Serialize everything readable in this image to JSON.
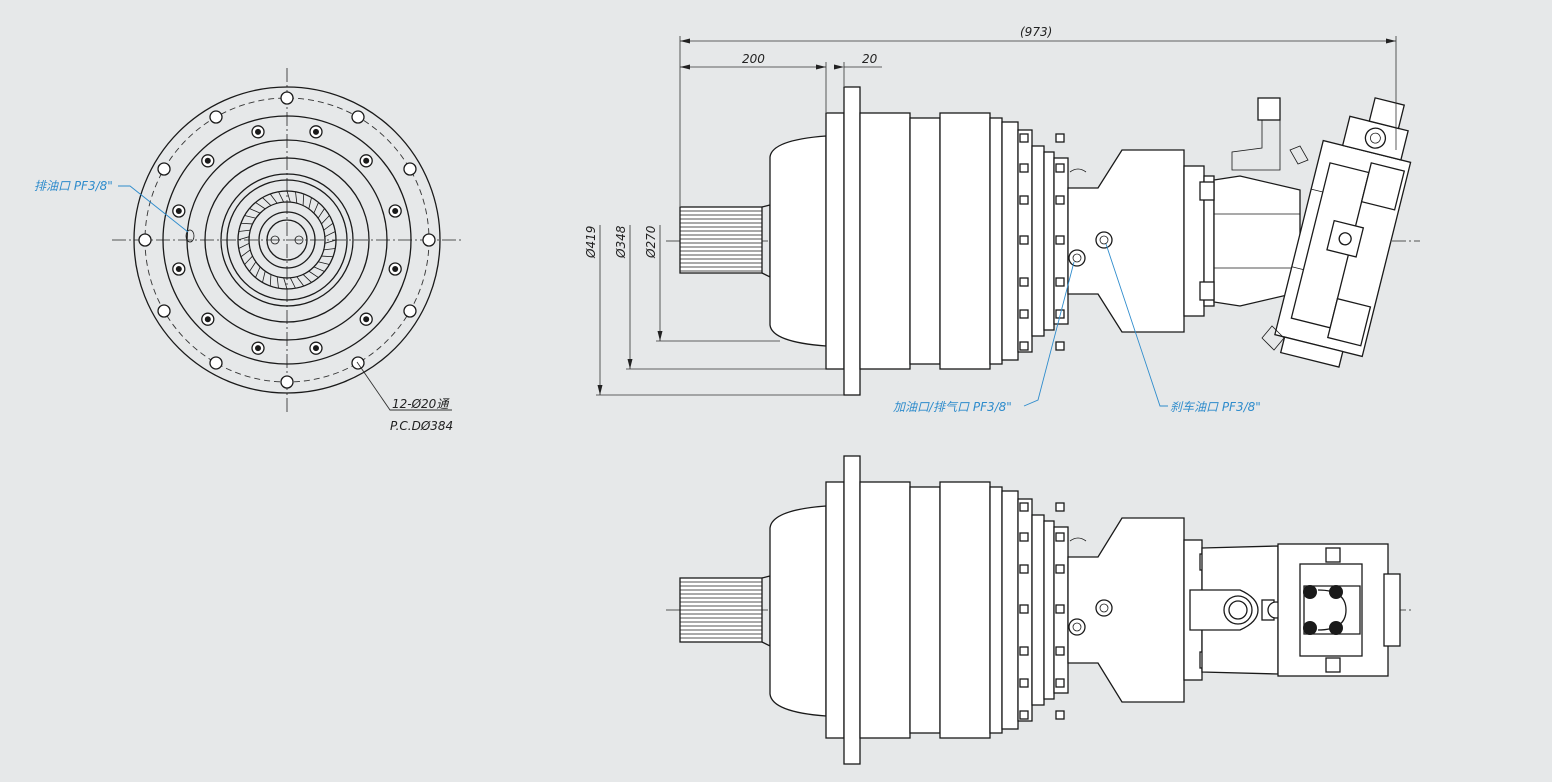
{
  "dimensions": {
    "overall_length": "(973)",
    "shaft_length": "200",
    "flange_thickness": "20",
    "dia_419": "Ø419",
    "dia_348": "Ø348",
    "dia_270": "Ø270"
  },
  "annotations": {
    "drain_port": "排油口 PF3/8\"",
    "bolt_holes": "12-Ø20通",
    "pcd": "P.C.DØ384",
    "fill_vent_port": "加油口/排气口 PF3/8\"",
    "brake_oil_port": "刹车油口 PF3/8\""
  },
  "colors": {
    "background": "#e6e8e9",
    "line": "#1a1a1a",
    "callout_blue": "#2f8ccc"
  }
}
